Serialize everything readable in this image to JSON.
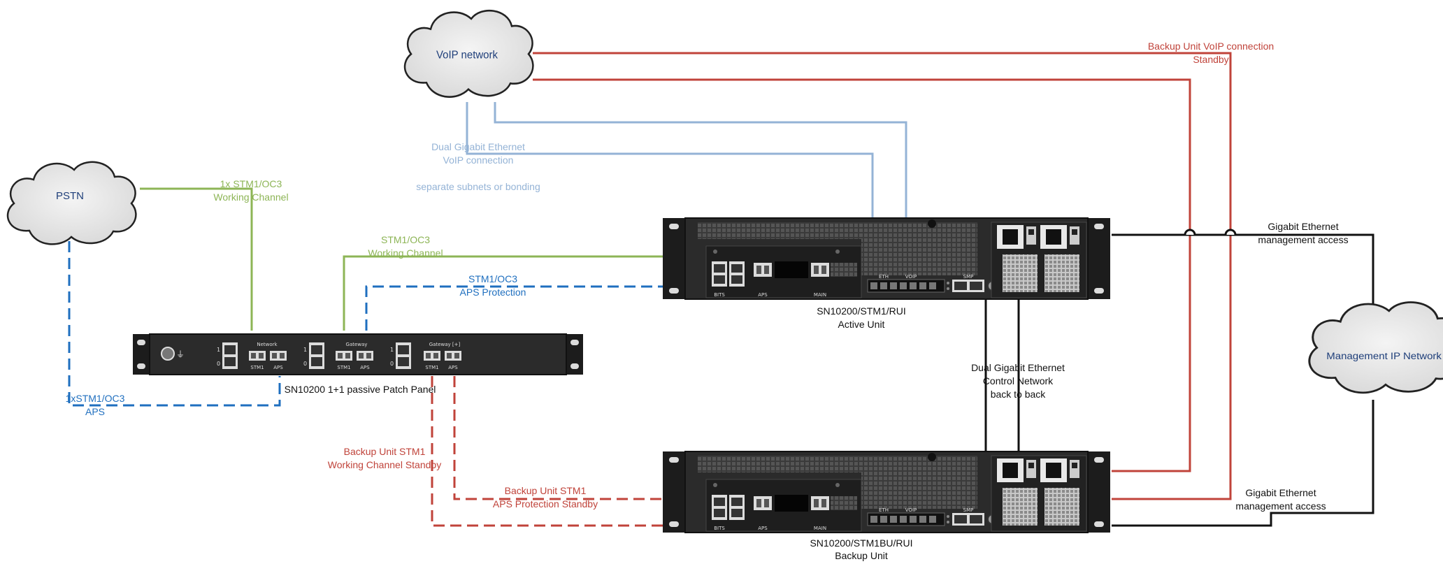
{
  "clouds": {
    "pstn": "PSTN",
    "voip": "VoIP network",
    "mgmt": "Management IP Network"
  },
  "devices": {
    "panel": {
      "caption": "SN10200 1+1 passive Patch Panel",
      "row1": "1",
      "row0": "0",
      "group1": "Network",
      "group2": "Gateway",
      "group3": "Gateway [+]",
      "stm1": "STM1",
      "aps": "APS"
    },
    "active": {
      "name": "SN10200/STM1/RUI",
      "role": "Active Unit"
    },
    "backup": {
      "name": "SN10200/STM1BU/RUI",
      "role": "Backup Unit"
    },
    "ports": {
      "bits": "BITS",
      "aps": "APS",
      "main": "MAIN",
      "eth": "ETH",
      "voip": "VOIP",
      "smp": "SMP"
    }
  },
  "labels": {
    "pstn_working": [
      "1x STM1/OC3",
      "Working Channel"
    ],
    "gw_working": [
      "STM1/OC3",
      "Working Channel"
    ],
    "gw_aps": [
      "STM1/OC3",
      "APS Protection"
    ],
    "pstn_aps": [
      "1xSTM1/OC3",
      "APS"
    ],
    "dual_voip": [
      "Dual Gigabit Ethernet",
      "VoIP connection"
    ],
    "subnets": "separate subnets or bonding",
    "backup_voip": [
      "Backup Unit VoIP connection",
      "Standby"
    ],
    "mgmt_active": [
      "Gigabit Ethernet",
      "management access"
    ],
    "mgmt_backup": [
      "Gigabit Ethernet",
      "management access"
    ],
    "control": [
      "Dual Gigabit Ethernet",
      "Control Network",
      "back to back"
    ],
    "backup_stm1_working": [
      "Backup Unit STM1",
      "Working Channel Standby"
    ],
    "backup_stm1_aps": [
      "Backup Unit STM1",
      "APS Protection Standby"
    ]
  },
  "colors": {
    "green": "#8db556",
    "blue": "#1f6fbf",
    "lightblue": "#94b3d6",
    "red": "#c0433a",
    "black": "#111111",
    "navy": "#1f3f7a"
  }
}
